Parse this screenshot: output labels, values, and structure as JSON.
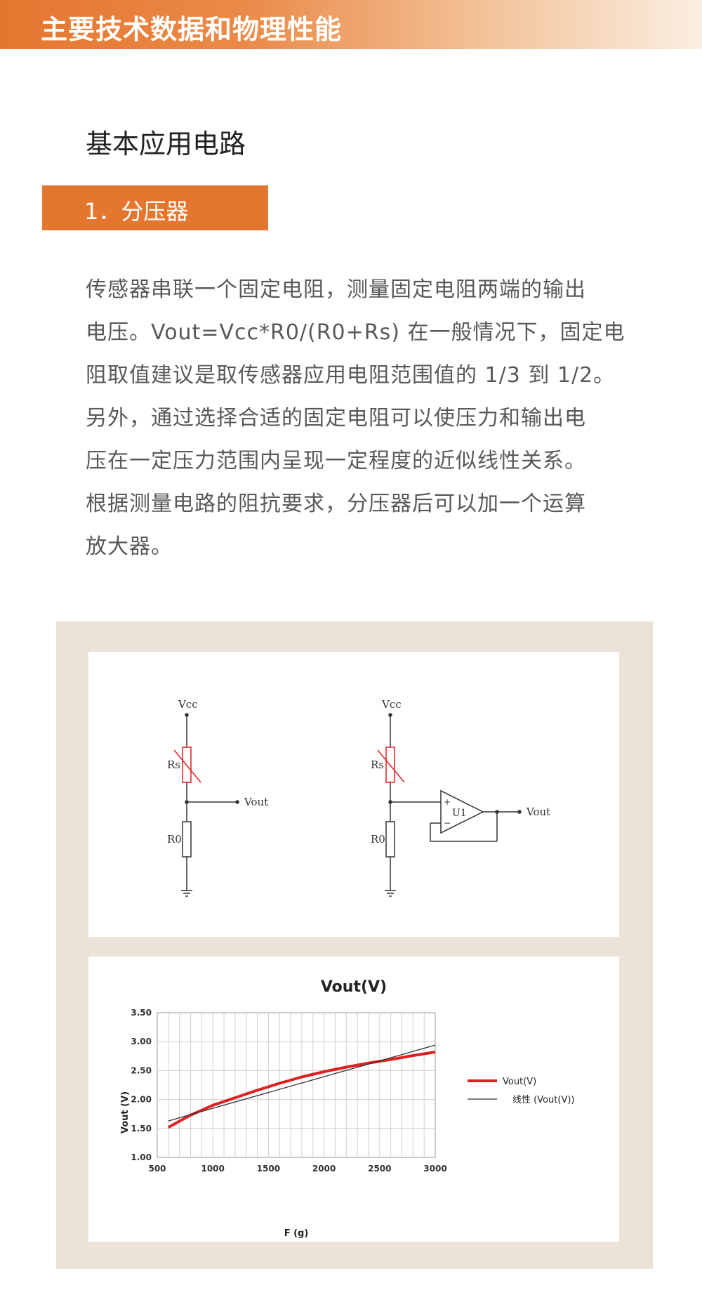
{
  "header": {
    "title": "主要技术数据和物理性能"
  },
  "section": {
    "heading": "基本应用电路"
  },
  "subsection": {
    "label": "1．分压器"
  },
  "body_lines": [
    "传感器串联一个固定电阻，测量固定电阻两端的输出",
    "电压。Vout=Vcc*R0/(R0+Rs) 在一般情况下，固定电",
    "阻取值建议是取传感器应用电阻范围值的 1/3 到 1/2。",
    "另外，通过选择合适的固定电阻可以使压力和输出电",
    "压在一定压力范围内呈现一定程度的近似线性关系。",
    "根据测量电路的阻抗要求，分压器后可以加一个运算",
    "放大器。"
  ],
  "circuit_left": {
    "vcc": "Vcc",
    "rs": "Rs",
    "r0": "R0",
    "vout": "Vout"
  },
  "circuit_right": {
    "vcc": "Vcc",
    "rs": "Rs",
    "r0": "R0",
    "vout": "Vout",
    "opamp": "U1",
    "plus": "+",
    "minus": "−"
  },
  "colors": {
    "accent": "#e5762f",
    "panel": "#ece3d8",
    "curve": "#e02020"
  },
  "chart_data": {
    "type": "line",
    "title": "Vout(V)",
    "xlabel": "F (g)",
    "ylabel": "Vout (V)",
    "xlim": [
      500,
      3000
    ],
    "ylim": [
      1.0,
      3.5
    ],
    "x_ticks": [
      "500",
      "1000",
      "1500",
      "2000",
      "2500",
      "3000"
    ],
    "y_ticks": [
      "1.00",
      "1.50",
      "2.00",
      "2.50",
      "3.00",
      "3.50"
    ],
    "grid": true,
    "legend_position": "right",
    "series": [
      {
        "name": "Vout(V)",
        "color": "#e02020",
        "x": [
          600,
          800,
          1000,
          1200,
          1400,
          1600,
          1800,
          2000,
          2200,
          2400,
          2600,
          2800,
          3000
        ],
        "y": [
          1.52,
          1.73,
          1.9,
          2.03,
          2.16,
          2.28,
          2.39,
          2.48,
          2.56,
          2.63,
          2.69,
          2.76,
          2.82
        ]
      },
      {
        "name": "线性 (Vout(V))",
        "color": "#333333",
        "x": [
          600,
          3000
        ],
        "y": [
          1.63,
          2.94
        ]
      }
    ]
  }
}
